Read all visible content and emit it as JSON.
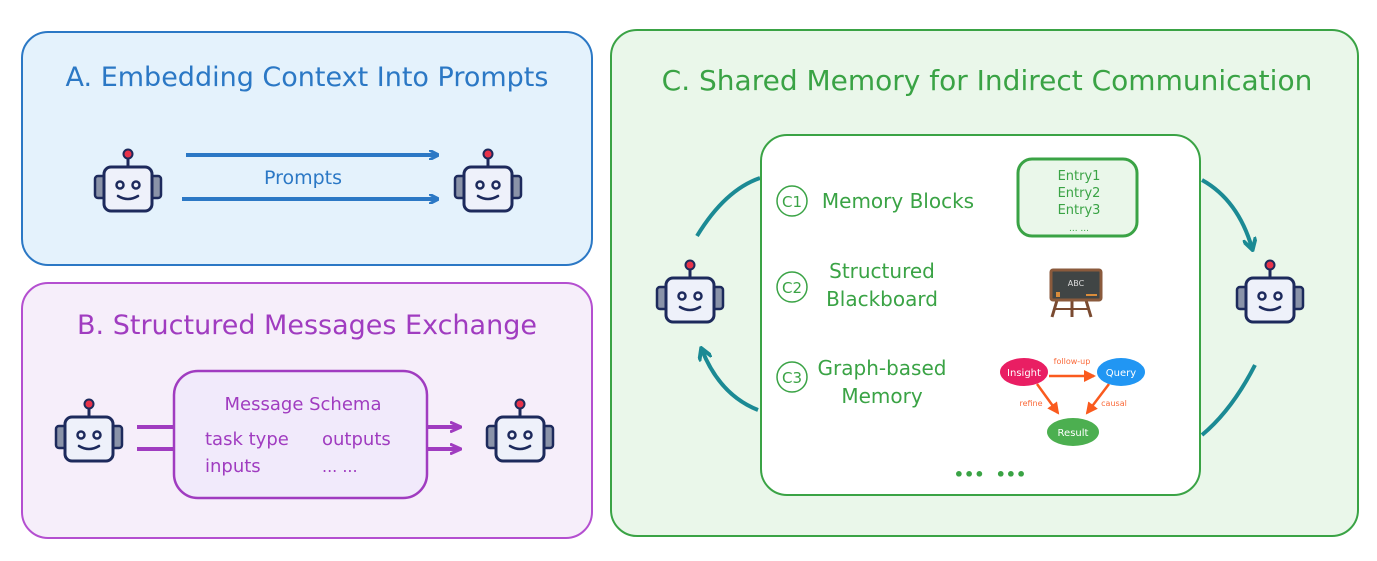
{
  "panels": {
    "a": {
      "title": "A. Embedding Context Into Prompts",
      "arrow_label": "Prompts",
      "color": "#2b78c5",
      "fill": "#e4f2fc"
    },
    "b": {
      "title": "B. Structured Messages Exchange",
      "schema_title": "Message Schema",
      "fields": [
        "task type",
        "outputs",
        "inputs",
        "... ..."
      ],
      "color": "#a03cc0",
      "fill": "#f6eefa"
    },
    "c": {
      "title": "C. Shared Memory for Indirect Communication",
      "color": "#3aa345",
      "fill": "#eaf7ea",
      "items": [
        {
          "badge": "C1",
          "label": "Memory Blocks"
        },
        {
          "badge": "C2",
          "label_line1": "Structured",
          "label_line2": "Blackboard"
        },
        {
          "badge": "C3",
          "label_line1": "Graph-based",
          "label_line2": "Memory"
        }
      ],
      "entries": [
        "Entry1",
        "Entry2",
        "Entry3",
        "... ..."
      ],
      "blackboard_text": "ABC",
      "graph": {
        "nodes": [
          "Insight",
          "Query",
          "Result"
        ],
        "edges": [
          "follow-up",
          "refine",
          "causal"
        ]
      },
      "more": "•••  •••"
    }
  },
  "icons": [
    "robot-icon",
    "blackboard-icon"
  ]
}
